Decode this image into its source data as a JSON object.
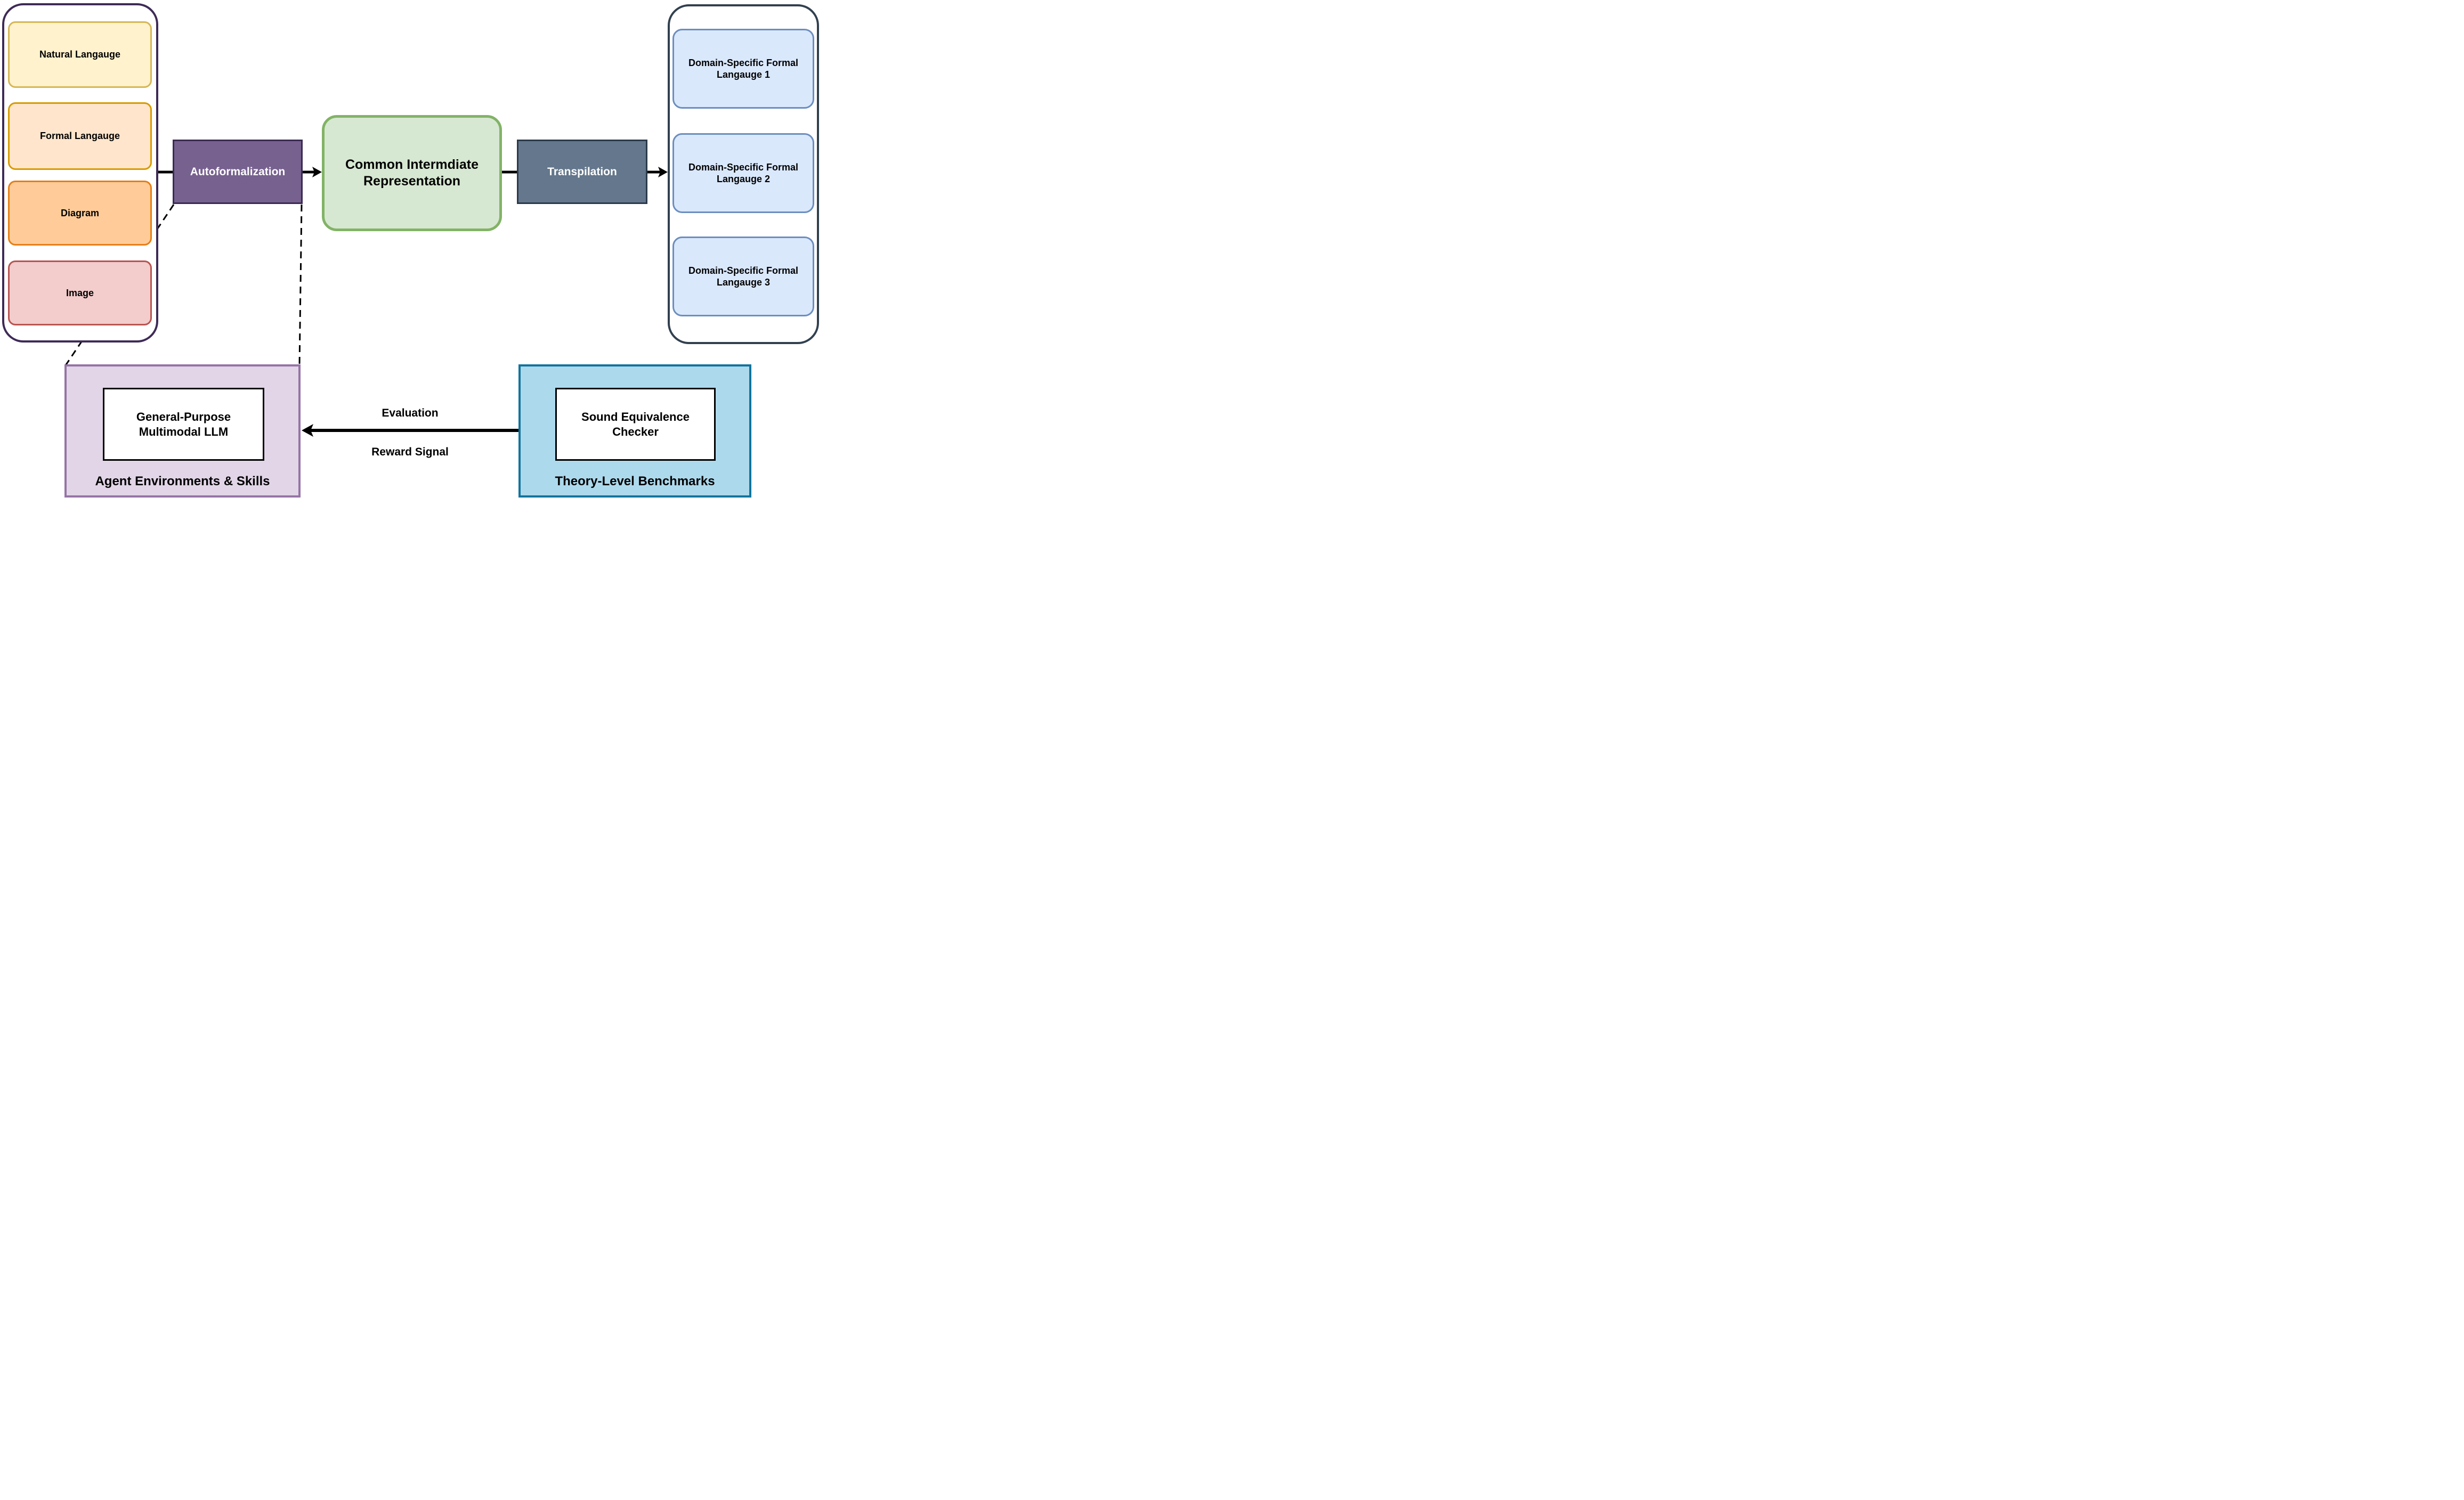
{
  "input_group": {
    "items": [
      {
        "label": "Natural Langauge"
      },
      {
        "label": "Formal Langauge"
      },
      {
        "label": "Diagram"
      },
      {
        "label": "Image"
      }
    ]
  },
  "process": {
    "autoformalization_label": "Autoformalization",
    "common_ir_label": "Common Intermdiate Representation",
    "transpilation_label": "Transpilation"
  },
  "output_group": {
    "items": [
      {
        "label": "Domain-Specific Formal Langauge 1"
      },
      {
        "label": "Domain-Specific Formal Langauge 2"
      },
      {
        "label": "Domain-Specific Formal Langauge 3"
      }
    ]
  },
  "agent_environments": {
    "inner_box_label": "General-Purpose Multimodal LLM",
    "caption": "Agent Environments & Skills"
  },
  "benchmarks": {
    "inner_box_label": "Sound Equivalence Checker",
    "caption": "Theory-Level Benchmarks"
  },
  "feedback_arrow": {
    "label_top": "Evaluation",
    "label_bottom": "Reward Signal"
  },
  "colors": {
    "natural_fill": "#FFF2CC",
    "natural_border": "#D6B656",
    "formal_fill": "#FFE5CB",
    "formal_border": "#D79B00",
    "diagram_fill": "#FFCC99",
    "diagram_border": "#E67E16",
    "image_fill": "#F3CCCC",
    "image_border": "#B85450",
    "input_container_border": "#3E2A57",
    "autoformalization_fill": "#77618F",
    "autoformalization_border": "#3A2B52",
    "common_ir_fill": "#D7E8D2",
    "common_ir_border": "#82B366",
    "transpilation_fill": "#64778C",
    "transpilation_border": "#2B3A49",
    "output_container_border": "#31404F",
    "dsl_fill": "#DAE8FC",
    "dsl_border": "#6C8EBF",
    "agent_fill": "#E1D5E7",
    "agent_border": "#9673A6",
    "benchmarks_fill": "#ADD9EC",
    "benchmarks_border": "#10749E",
    "arrow_color": "#000000",
    "text_color": "#000000"
  }
}
